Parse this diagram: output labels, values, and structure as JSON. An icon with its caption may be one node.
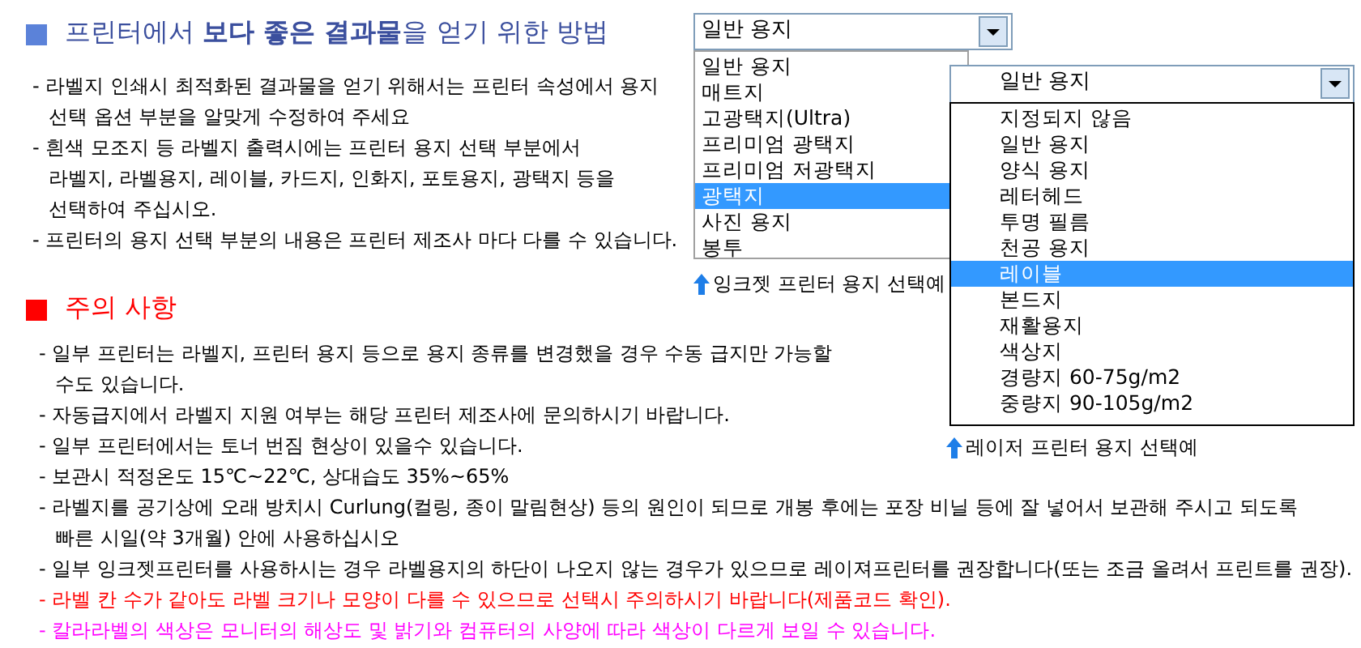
{
  "diagram": {
    "nodes": [
      {
        "text": [
          "일반 용지"
        ]
      },
      {
        "text": [
          "일반 용지",
          "매트지",
          "고광택지(Ultra)",
          "프리미엄 광택지",
          "프리미엄 저광택지",
          "광택지",
          "사진 용지",
          "봉투"
        ]
      },
      {
        "text": [
          "일반 용지"
        ]
      },
      {
        "text": [
          "지정되지 않음",
          "일반 용지",
          "양식 용지",
          "레터헤드",
          "투명 필름",
          "천공 용지",
          "레이블",
          "본드지",
          "재활용지",
          "색상지",
          "경량지 60-75g/m2",
          "중량지 90-105g/m2"
        ]
      }
    ],
    "labels": [
      "프린터에서 **보다 좋은 결과물**을 얻기 위한 방법",
      "- 라벨지 인쇄시 최적화된 결과물을 얻기 위해서는 프린터 속성에서 용지 선택 옵션 부분을 알맞게 수정하여 주세요",
      "- 흰색 모조지 등 라벨지 출력시에는 프린터 용지 선택 부분에서 라벨지, 라벨용지, 레이블, 카드지, 인화지, 포토용지, 광택지 등을 선택하여 주십시오.",
      "- 프린터의 용지 선택 부분의 내용은 프린터 제조사 마다 다를 수 있습니다.",
      "주의 사항",
      "- 일부 프린터는 라벨지, 프린터 용지 등으로 용지 종류를 변경했을 경우 수동 급지만 가능할 수도 있습니다.",
      "- 자동급지에서 라벨지 지원 여부는 해당 프린터 제조사에 문의하시기 바랍니다.",
      "- 일부 프린터에서는 토너 번짐 현상이 있을수 있습니다.",
      "- 보관시 적정온도 15℃~22℃, 상대습도 35%~65%",
      "- 라벨지를 공기상에 오래 방치시 Curlung(컬링, 종이 말림현상) 등의 원인이 되므로 개봉 후에는 포장 비닐 등에 잘 넣어서 보관해 주시고 되도록 빠른 시일(약 3개월) 안에 사용하십시오",
      "- 일부 잉크젯프린터를 사용하시는 경우 라벨용지의 하단이 나오지 않는 경우가 있으므로 레이져프린터를 권장합니다(또는 조금 올려서 프린트를 권장).",
      "- 라벨 칸 수가 같아도 라벨 크기나 모양이 다를 수 있으므로 선택시 주의하시기 바랍니다(제품코드 확인).",
      "- 칼라라벨의 색상은 모니터의 해상도 및 밝기와 컴퓨터의 사양에 따라 색상이 다르게 보일 수 있습니다.",
      "잉크젯 프린터 용지 선택예",
      "레이저 프린터 용지 선택예"
    ]
  }
}
